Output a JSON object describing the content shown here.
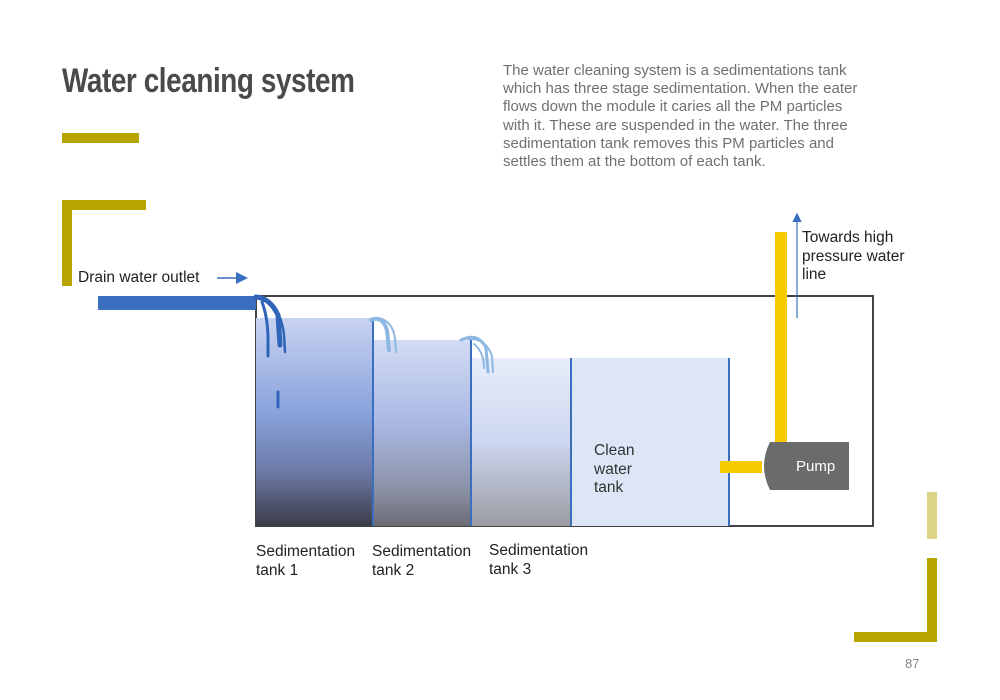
{
  "page": {
    "title": "Water cleaning system",
    "description": "The water cleaning system is a sedimentations tank which has three stage sedimentation. When the eater flows down the module it caries all the PM particles with it. These are suspended in the water. The three sedimentation tank removes this PM particles and settles them at the bottom of each tank.",
    "page_number": "87"
  },
  "diagram": {
    "inlet_label": "Drain water outlet",
    "outlet_label_lines": [
      "Towards high",
      "pressure water",
      "line"
    ],
    "pump_label": "Pump",
    "clean_tank_label_lines": [
      "Clean",
      "water",
      "tank"
    ],
    "tanks": [
      {
        "label_lines": [
          "Sedimentation",
          "tank 1"
        ]
      },
      {
        "label_lines": [
          "Sedimentation",
          "tank 2"
        ]
      },
      {
        "label_lines": [
          "Sedimentation",
          "tank 3"
        ]
      }
    ]
  },
  "colors": {
    "accent_olive": "#b8a400",
    "accent_olive_light": "#ddd488",
    "pipe_blue": "#3a6fbf",
    "pump_gray": "#6b6b6b",
    "pump_pipe_yellow": "#f6cb00",
    "clean_water": "#dde6f6"
  }
}
